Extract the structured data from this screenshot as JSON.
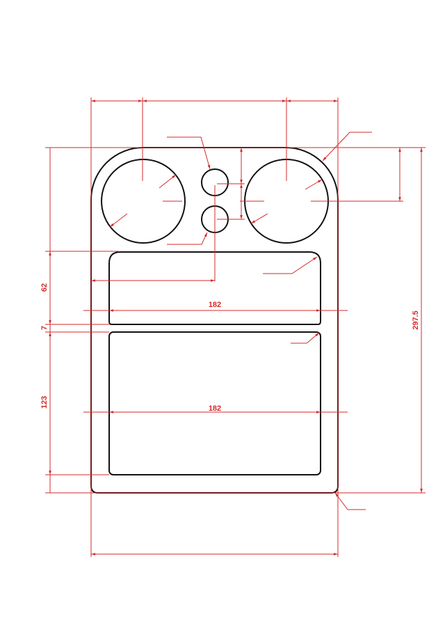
{
  "drawing": {
    "line_color": "#111111",
    "dimension_color": "#d42a2a",
    "dimensions": {
      "upper_pocket_height": "62",
      "gap_height": "7",
      "lower_pocket_height": "123",
      "total_height": "297.5",
      "upper_pocket_width": "182",
      "lower_pocket_width": "182"
    }
  }
}
